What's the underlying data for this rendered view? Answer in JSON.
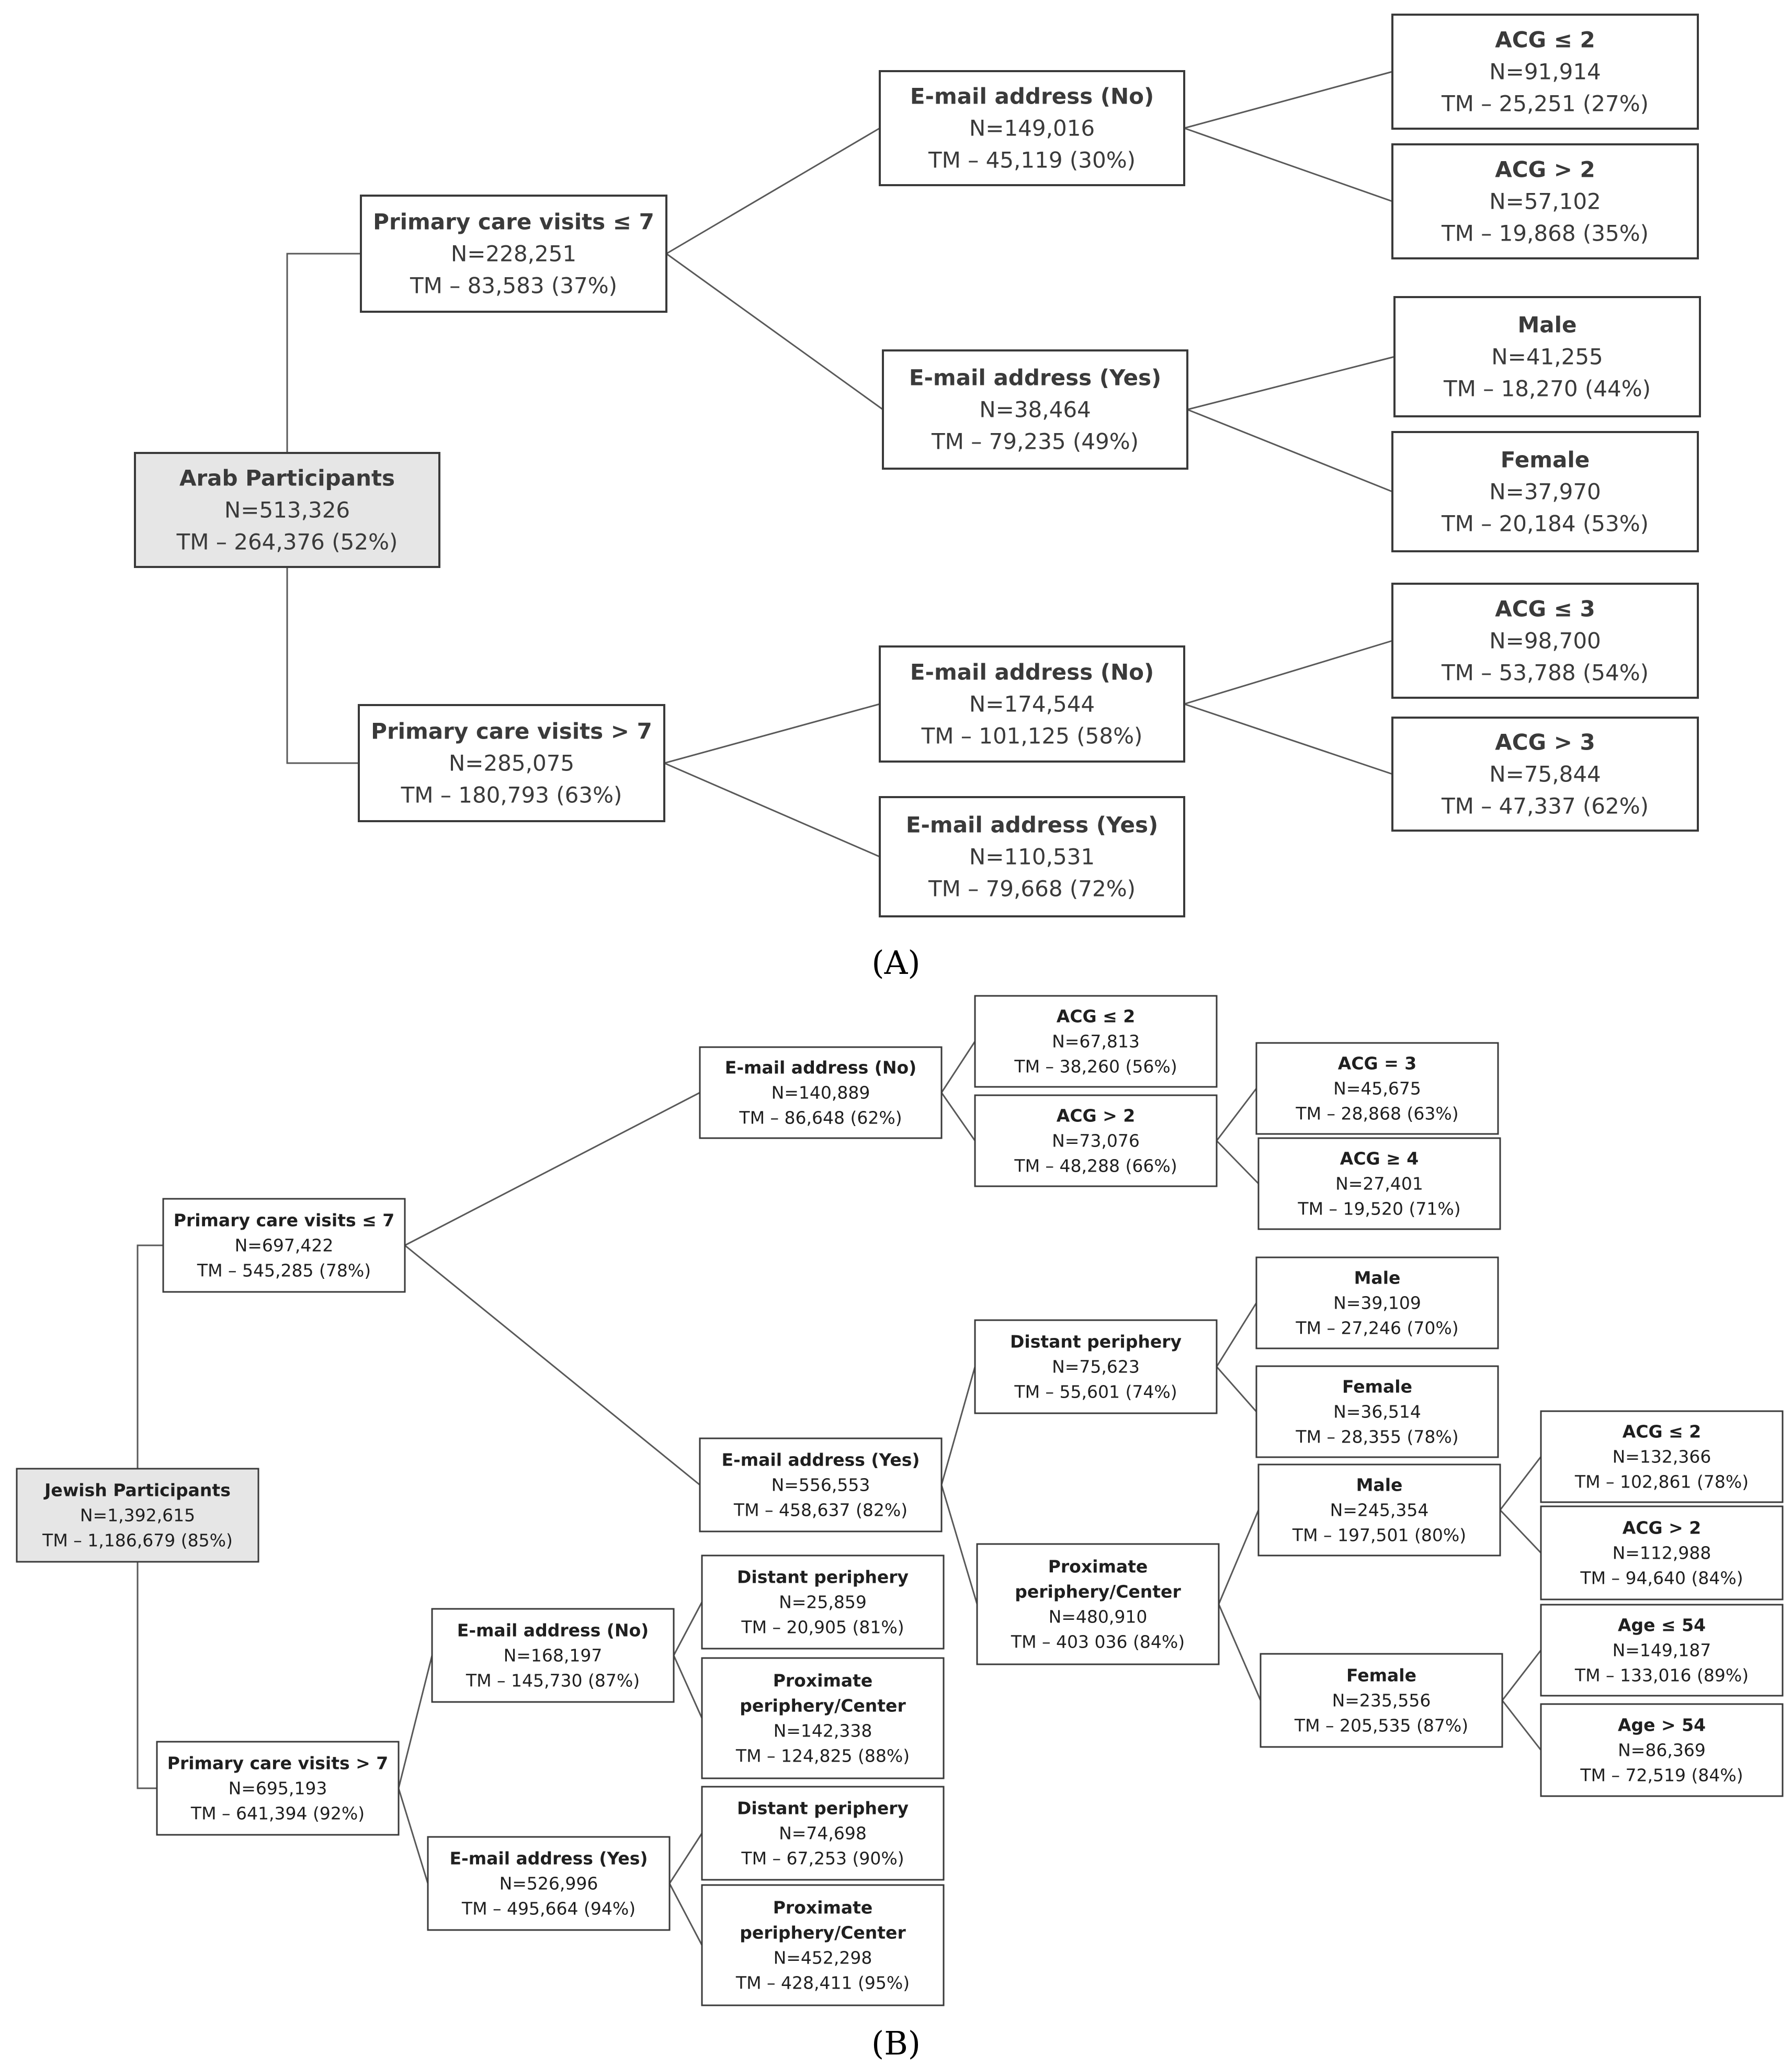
{
  "panels": [
    {
      "label": "(A)",
      "nodes": [
        {
          "id": "a_root",
          "lines": [
            "Arab Participants",
            "N=513,326",
            "TM – 264,376  (52%)"
          ],
          "root": true
        },
        {
          "id": "a_pc_le7",
          "lines": [
            "Primary care visits ≤ 7",
            "N=228,251",
            "TM – 83,583  (37%)"
          ]
        },
        {
          "id": "a_pc_gt7",
          "lines": [
            "Primary care visits > 7",
            "N=285,075",
            "TM – 180,793  (63%)"
          ]
        },
        {
          "id": "a_em_no_1",
          "lines": [
            "E-mail address (No)",
            "N=149,016",
            "TM – 45,119  (30%)"
          ]
        },
        {
          "id": "a_em_yes_1",
          "lines": [
            "E-mail address (Yes)",
            "N=38,464",
            "TM – 79,235  (49%)"
          ]
        },
        {
          "id": "a_em_no_2",
          "lines": [
            "E-mail address (No)",
            "N=174,544",
            "TM – 101,125  (58%)"
          ]
        },
        {
          "id": "a_em_yes_2",
          "lines": [
            "E-mail address (Yes)",
            "N=110,531",
            "TM – 79,668  (72%)"
          ]
        },
        {
          "id": "a_acg_le2",
          "lines": [
            "ACG ≤ 2",
            "N=91,914",
            "TM – 25,251  (27%)"
          ]
        },
        {
          "id": "a_acg_gt2",
          "lines": [
            "ACG > 2",
            "N=57,102",
            "TM – 19,868  (35%)"
          ]
        },
        {
          "id": "a_male",
          "lines": [
            "Male",
            "N=41,255",
            "TM – 18,270  (44%)"
          ]
        },
        {
          "id": "a_female",
          "lines": [
            "Female",
            "N=37,970",
            "TM – 20,184  (53%)"
          ]
        },
        {
          "id": "a_acg_le3",
          "lines": [
            "ACG ≤ 3",
            "N=98,700",
            "TM – 53,788  (54%)"
          ]
        },
        {
          "id": "a_acg_gt3",
          "lines": [
            "ACG > 3",
            "N=75,844",
            "TM – 47,337  (62%)"
          ]
        }
      ]
    },
    {
      "label": "(B)",
      "nodes": [
        {
          "id": "b_root",
          "lines": [
            "Jewish Participants",
            "N=1,392,615",
            "TM – 1,186,679  (85%)"
          ],
          "root": true
        },
        {
          "id": "b_pc_le7",
          "lines": [
            "Primary care visits ≤ 7",
            "N=697,422",
            "TM – 545,285  (78%)"
          ]
        },
        {
          "id": "b_pc_gt7",
          "lines": [
            "Primary care visits > 7",
            "N=695,193",
            "TM – 641,394  (92%)"
          ]
        },
        {
          "id": "b_em_no_1",
          "lines": [
            "E-mail address (No)",
            "N=140,889",
            "TM – 86,648  (62%)"
          ]
        },
        {
          "id": "b_em_yes_1",
          "lines": [
            "E-mail address (Yes)",
            "N=556,553",
            "TM – 458,637  (82%)"
          ]
        },
        {
          "id": "b_acg_le2",
          "lines": [
            "ACG ≤ 2",
            "N=67,813",
            "TM – 38,260  (56%)"
          ]
        },
        {
          "id": "b_acg_gt2",
          "lines": [
            "ACG > 2",
            "N=73,076",
            "TM – 48,288  (66%)"
          ]
        },
        {
          "id": "b_acg_eq3",
          "lines": [
            "ACG = 3",
            "N=45,675",
            "TM – 28,868  (63%)"
          ]
        },
        {
          "id": "b_acg_ge4",
          "lines": [
            "ACG ≥ 4",
            "N=27,401",
            "TM – 19,520  (71%)"
          ]
        },
        {
          "id": "b_distant_1",
          "lines": [
            "Distant periphery",
            "N=75,623",
            "TM – 55,601  (74%)"
          ]
        },
        {
          "id": "b_male_1",
          "lines": [
            "Male",
            "N=39,109",
            "TM – 27,246  (70%)"
          ]
        },
        {
          "id": "b_female_1",
          "lines": [
            "Female",
            "N=36,514",
            "TM – 28,355  (78%)"
          ]
        },
        {
          "id": "b_proximate_1",
          "lines": [
            "Proximate",
            "periphery/Center",
            "N=480,910",
            "TM – 403 036  (84%)"
          ],
          "boldLines": 2
        },
        {
          "id": "b_male_2",
          "lines": [
            "Male",
            "N=245,354",
            "TM – 197,501  (80%)"
          ]
        },
        {
          "id": "b_female_2",
          "lines": [
            "Female",
            "N=235,556",
            "TM – 205,535  (87%)"
          ]
        },
        {
          "id": "b_acg_le2_b",
          "lines": [
            "ACG ≤ 2",
            "N=132,366",
            "TM – 102,861  (78%)"
          ]
        },
        {
          "id": "b_acg_gt2_b",
          "lines": [
            "ACG > 2",
            "N=112,988",
            "TM – 94,640  (84%)"
          ]
        },
        {
          "id": "b_age_le54",
          "lines": [
            "Age ≤ 54",
            "N=149,187",
            "TM – 133,016  (89%)"
          ]
        },
        {
          "id": "b_age_gt54",
          "lines": [
            "Age > 54",
            "N=86,369",
            "TM – 72,519  (84%)"
          ]
        },
        {
          "id": "b_em_no_2",
          "lines": [
            "E-mail address (No)",
            "N=168,197",
            "TM – 145,730  (87%)"
          ]
        },
        {
          "id": "b_em_yes_2",
          "lines": [
            "E-mail address (Yes)",
            "N=526,996",
            "TM – 495,664  (94%)"
          ]
        },
        {
          "id": "b_distant_2",
          "lines": [
            "Distant periphery",
            "N=25,859",
            "TM – 20,905  (81%)"
          ]
        },
        {
          "id": "b_proximate_2",
          "lines": [
            "Proximate",
            "periphery/Center",
            "N=142,338",
            "TM – 124,825  (88%)"
          ],
          "boldLines": 2
        },
        {
          "id": "b_distant_3",
          "lines": [
            "Distant periphery",
            "N=74,698",
            "TM – 67,253  (90%)"
          ]
        },
        {
          "id": "b_proximate_3",
          "lines": [
            "Proximate",
            "periphery/Center",
            "N=452,298",
            "TM – 428,411  (95%)"
          ],
          "boldLines": 2
        }
      ]
    }
  ],
  "colors": {
    "root_fill": "#e6e6e6",
    "box_border": "#3a3a3a",
    "connector": "#595959"
  }
}
